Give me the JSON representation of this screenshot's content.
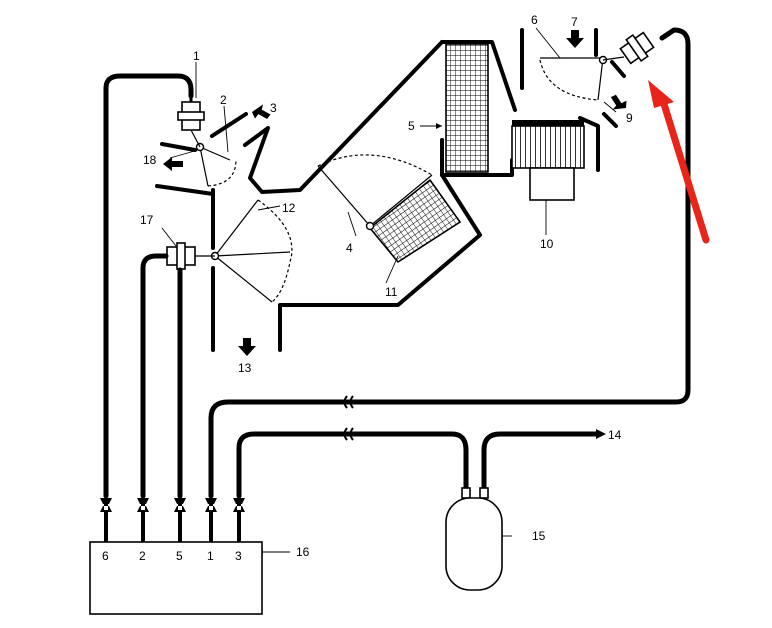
{
  "labels": {
    "l1": "1",
    "l2": "2",
    "l3": "3",
    "l4": "4",
    "l5": "5",
    "l6": "6",
    "l7": "7",
    "l9": "9",
    "l10": "10",
    "l11": "11",
    "l12": "12",
    "l13": "13",
    "l14": "14",
    "l15": "15",
    "l16": "16",
    "l17": "17",
    "l18": "18"
  },
  "module_ports": [
    "6",
    "2",
    "5",
    "1",
    "3"
  ],
  "colors": {
    "ink": "#000000",
    "pointer": "#e8241b",
    "background": "#ffffff"
  }
}
